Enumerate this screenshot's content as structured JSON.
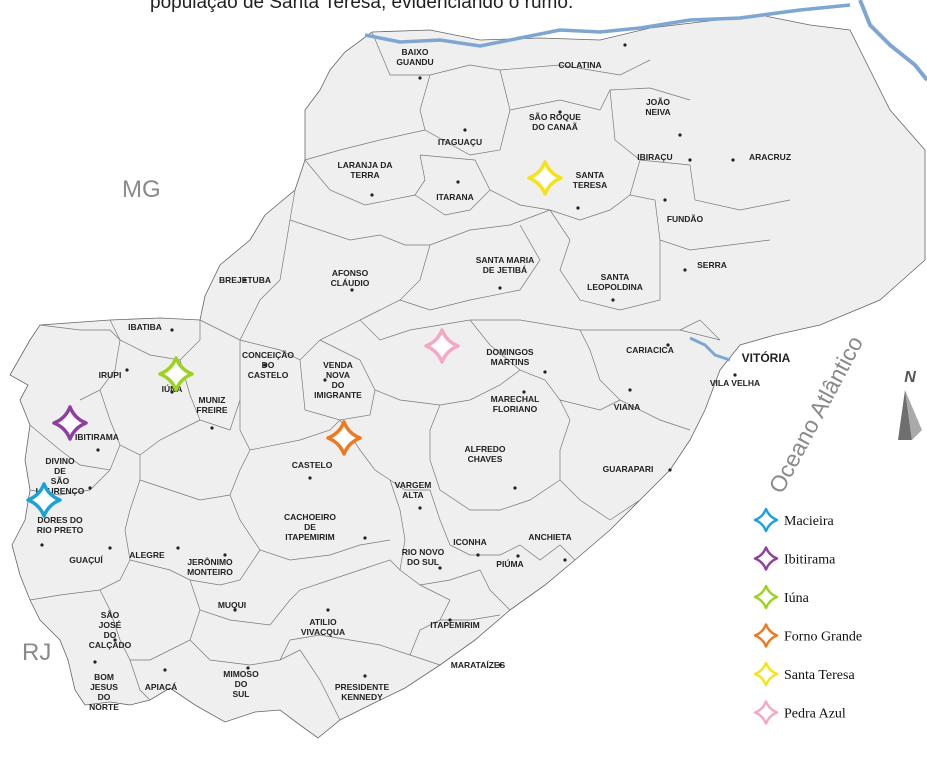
{
  "caption": "população de Santa Teresa, evidenciando o rumo.",
  "states": {
    "mg": "MG",
    "rj": "RJ"
  },
  "ocean_label": "Oceano Atlântico",
  "north_label": "N",
  "capital": "VITÓRIA",
  "municipalities": [
    "BAIXO GUANDU",
    "COLATINA",
    "JOÃO NEIVA",
    "SÃO ROQUE DO CANAÃ",
    "ITAGUAÇU",
    "IBIRAÇU",
    "ARACRUZ",
    "LARANJA DA TERRA",
    "SANTA TERESA",
    "ITARANA",
    "FUNDÃO",
    "SANTA MARIA DE JETIBÁ",
    "SERRA",
    "BREJETUBA",
    "AFONSO CLÁUDIO",
    "SANTA LEOPOLDINA",
    "IBATIBA",
    "CONCEIÇÃO DO CASTELO",
    "VENDA NOVA DO IMIGRANTE",
    "DOMINGOS MARTINS",
    "CARIACICA",
    "IRUPI",
    "IÚNA",
    "MUNIZ FREIRE",
    "VILA VELHA",
    "MARECHAL FLORIANO",
    "VIANA",
    "IBITIRAMA",
    "DIVINO DE SÃO LOURENÇO",
    "CASTELO",
    "ALFREDO CHAVES",
    "GUARAPARI",
    "DORES DO RIO PRETO",
    "VARGEM ALTA",
    "CACHOEIRO DE ITAPEMIRIM",
    "ICONHA",
    "ANCHIETA",
    "RIO NOVO DO SUL",
    "PIÚMA",
    "GUAÇUÍ",
    "ALEGRE",
    "JERÔNIMO MONTEIRO",
    "MUQUI",
    "SÃO JOSÉ DO CALÇADO",
    "ATILIO VIVACQUA",
    "ITAPEMIRIM",
    "MARATAÍZES",
    "BOM JESUS DO NORTE",
    "APIACÁ",
    "MIMOSO DO SUL",
    "PRESIDENTE KENNEDY"
  ],
  "legend": [
    {
      "label": "Macieira",
      "color": "#1ba3d8"
    },
    {
      "label": "Ibitirama",
      "color": "#8e3fa0"
    },
    {
      "label": "Iúna",
      "color": "#9bd41e"
    },
    {
      "label": "Forno Grande",
      "color": "#ec7a22"
    },
    {
      "label": "Santa Teresa",
      "color": "#f5e21a"
    },
    {
      "label": "Pedra Azul",
      "color": "#f4a7c6"
    }
  ],
  "colors": {
    "land": "#efefef",
    "border": "#666666",
    "river": "#7fa6d1"
  }
}
